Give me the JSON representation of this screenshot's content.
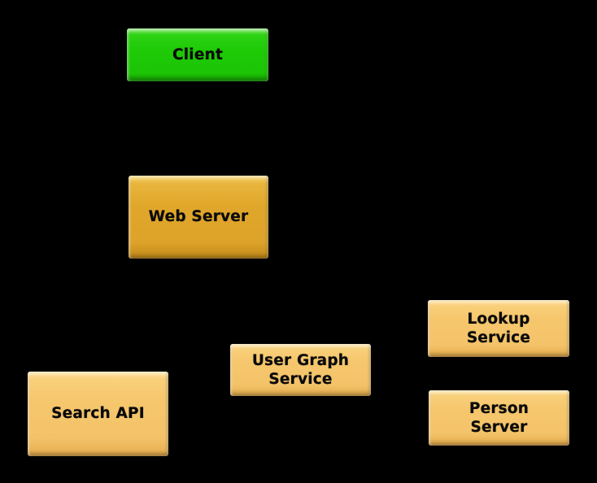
{
  "diagram": {
    "background_color": "#000000",
    "label_text_color": "#0a0a0a",
    "nodes": [
      {
        "id": "client",
        "label": "Client",
        "lines": [
          "Client"
        ],
        "fill": "#1ecb06"
      },
      {
        "id": "web-server",
        "label": "Web Server",
        "lines": [
          "Web Server"
        ],
        "fill": "#e0a72b"
      },
      {
        "id": "search-api",
        "label": "Search API",
        "lines": [
          "Search API"
        ],
        "fill": "#f6c76d"
      },
      {
        "id": "user-graph-service",
        "label": "User Graph Service",
        "lines": [
          "User Graph",
          "Service"
        ],
        "fill": "#f6c76d"
      },
      {
        "id": "lookup-service",
        "label": "Lookup Service",
        "lines": [
          "Lookup",
          "Service"
        ],
        "fill": "#f6c76d"
      },
      {
        "id": "person-server",
        "label": "Person Server",
        "lines": [
          "Person",
          "Server"
        ],
        "fill": "#f6c76d"
      }
    ]
  }
}
